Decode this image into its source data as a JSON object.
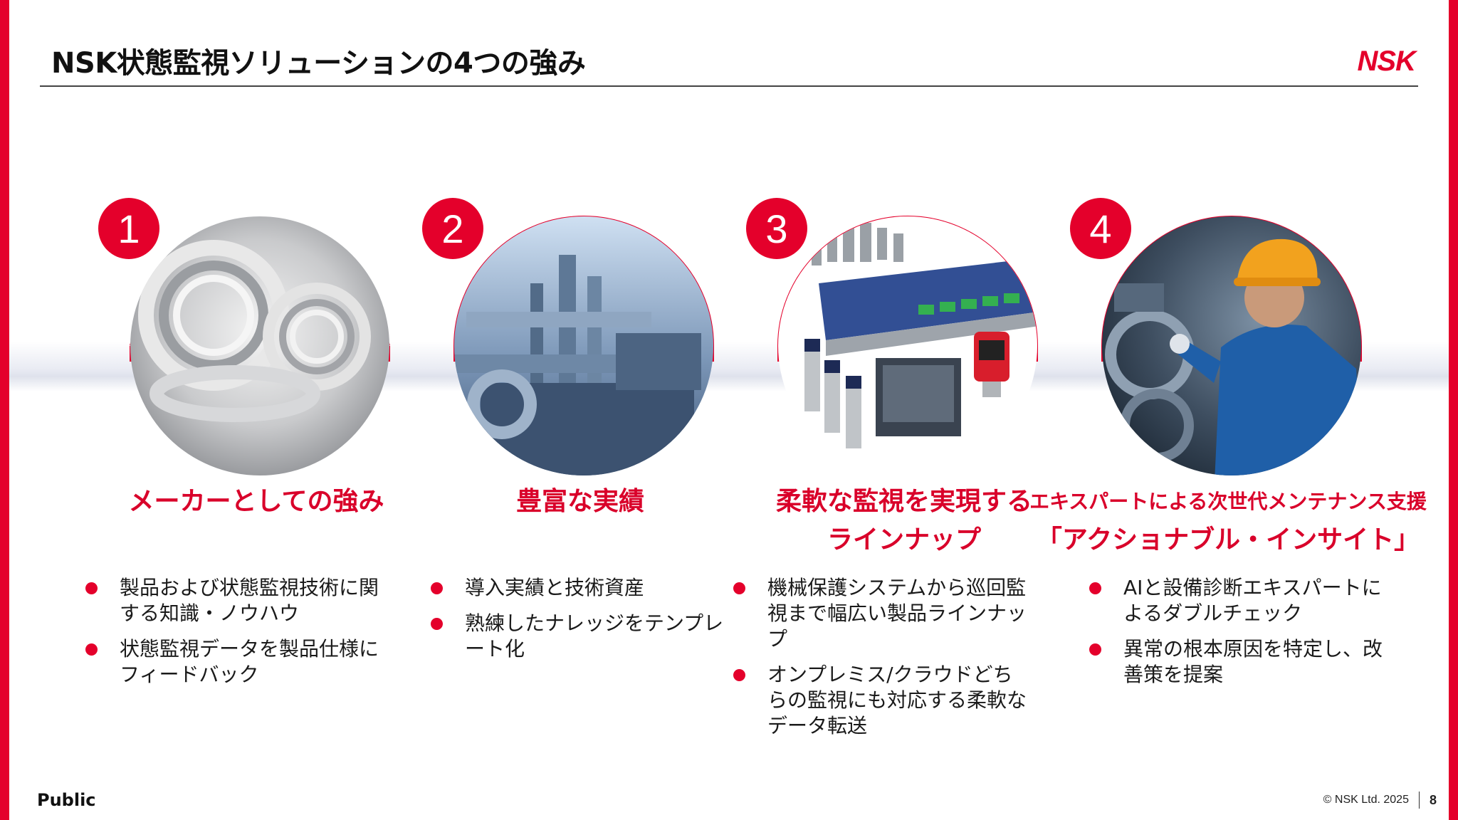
{
  "header": {
    "title": "NSK状態監視ソリューションの4つの強み",
    "logo_text": "NSK"
  },
  "colors": {
    "accent": "#e4002b",
    "text": "#1a1a1a"
  },
  "cards": [
    {
      "number": "1",
      "image": "bearings-photo",
      "heading_line1": "メーカーとしての強み",
      "heading_line2": "",
      "bullets": [
        "製品および状態監視技術に関する知識・ノウハウ",
        "状態監視データを製品仕様にフィードバック"
      ]
    },
    {
      "number": "2",
      "image": "industrial-plant-photo",
      "heading_line1": "豊富な実績",
      "heading_line2": "",
      "bullets": [
        "導入実績と技術資産",
        "熟練したナレッジをテンプレート化"
      ]
    },
    {
      "number": "3",
      "image": "monitoring-devices-photo",
      "heading_line1": "柔軟な監視を実現する",
      "heading_line2": "ラインナップ",
      "bullets": [
        "機械保護システムから巡回監視まで幅広い製品ラインナップ",
        "オンプレミス/クラウドどちらの監視にも対応する柔軟なデータ転送"
      ]
    },
    {
      "number": "4",
      "image": "engineer-photo",
      "heading_line1": "エキスパートによる次世代メンテナンス支援",
      "heading_line2": "「アクショナブル・インサイト」",
      "bullets": [
        "AIと設備診断エキスパートによるダブルチェック",
        "異常の根本原因を特定し、改善策を提案"
      ]
    }
  ],
  "footer": {
    "classification": "Public",
    "copyright": "© NSK Ltd. 2025",
    "page_number": "8"
  }
}
